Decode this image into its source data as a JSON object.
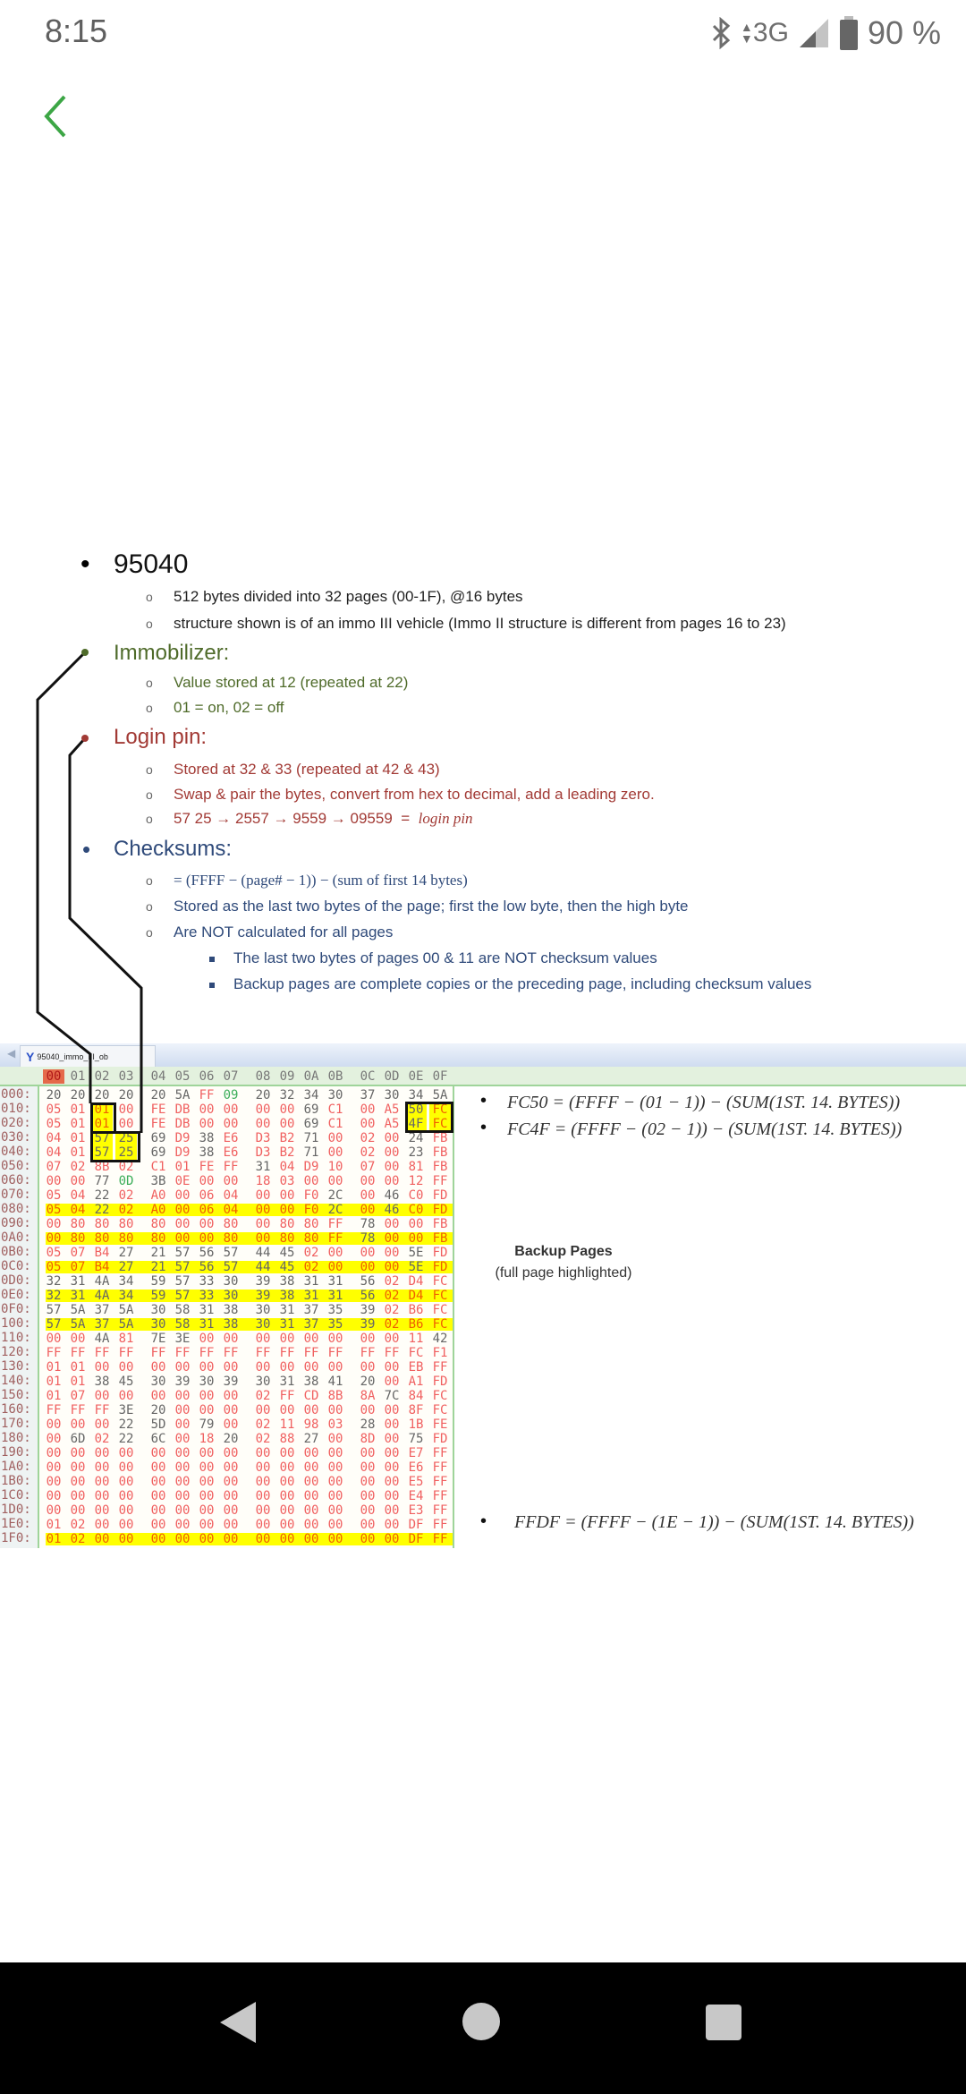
{
  "status": {
    "time": "8:15",
    "network": "3G",
    "battery": "90 %"
  },
  "slide": {
    "title": "95040",
    "items1": [
      "512 bytes divided into 32 pages (00-1F), @16 bytes",
      "structure shown is of an immo III vehicle (Immo II structure is different from pages 16 to 23)"
    ],
    "immobilizer": {
      "heading": "Immobilizer:",
      "items": [
        "Value stored at 12 (repeated at 22)",
        "01 = on,  02 = off"
      ]
    },
    "login": {
      "heading": "Login pin:",
      "items": [
        "Stored at 32 & 33 (repeated at 42 & 43)",
        "Swap & pair the bytes, convert from hex to decimal, add a leading zero.",
        "57 25 → 2557 → 9559 → 09559  =  "
      ],
      "items_italic": "login pin"
    },
    "checksums": {
      "heading": "Checksums:",
      "items": [
        "= (FFFF − (page# − 1)) − (sum of first 14 bytes)",
        "Stored as the last two bytes of the page; first the low byte, then the high byte",
        "Are NOT calculated for all pages"
      ],
      "subitems": [
        "The last two bytes of pages 00 & 11 are NOT checksum values",
        "Backup pages are complete copies or the preceding page, including checksum values"
      ]
    }
  },
  "hex": {
    "tab": "95040_immo_III_ob",
    "columns": [
      "00",
      "01",
      "02",
      "03",
      "04",
      "05",
      "06",
      "07",
      "08",
      "09",
      "0A",
      "0B",
      "0C",
      "0D",
      "0E",
      "0F"
    ],
    "highlight_rows": [
      "080",
      "0A0",
      "0C0",
      "0E0",
      "100",
      "1F0"
    ],
    "rows": [
      {
        "addr": "000:",
        "bytes": "20 20 20 20 20 5A FF 09 20 32 34 30 37 30 34 5A"
      },
      {
        "addr": "010:",
        "bytes": "05 01 01 00 FE DB 00 00 00 00 69 C1 00 A5 50 FC"
      },
      {
        "addr": "020:",
        "bytes": "05 01 01 00 FE DB 00 00 00 00 69 C1 00 A5 4F FC"
      },
      {
        "addr": "030:",
        "bytes": "04 01 57 25 69 D9 38 E6 D3 B2 71 00 02 00 24 FB"
      },
      {
        "addr": "040:",
        "bytes": "04 01 57 25 69 D9 38 E6 D3 B2 71 00 02 00 23 FB"
      },
      {
        "addr": "050:",
        "bytes": "07 02 8B 02 C1 01 FE FF 31 04 D9 10 07 00 81 FB"
      },
      {
        "addr": "060:",
        "bytes": "00 00 77 0D 3B 0E 00 00 18 03 00 00 00 00 12 FF"
      },
      {
        "addr": "070:",
        "bytes": "05 04 22 02 A0 00 06 04 00 00 F0 2C 00 46 C0 FD"
      },
      {
        "addr": "080:",
        "bytes": "05 04 22 02 A0 00 06 04 00 00 F0 2C 00 46 C0 FD"
      },
      {
        "addr": "090:",
        "bytes": "00 80 80 80 80 00 00 80 00 80 80 FF 78 00 00 FB"
      },
      {
        "addr": "0A0:",
        "bytes": "00 80 80 80 80 00 00 80 00 80 80 FF 78 00 00 FB"
      },
      {
        "addr": "0B0:",
        "bytes": "05 07 B4 27 21 57 56 57 44 45 02 00 00 00 5E FD"
      },
      {
        "addr": "0C0:",
        "bytes": "05 07 B4 27 21 57 56 57 44 45 02 00 00 00 5E FD"
      },
      {
        "addr": "0D0:",
        "bytes": "32 31 4A 34 59 57 33 30 39 38 31 31 56 02 D4 FC"
      },
      {
        "addr": "0E0:",
        "bytes": "32 31 4A 34 59 57 33 30 39 38 31 31 56 02 D4 FC"
      },
      {
        "addr": "0F0:",
        "bytes": "57 5A 37 5A 30 58 31 38 30 31 37 35 39 02 B6 FC"
      },
      {
        "addr": "100:",
        "bytes": "57 5A 37 5A 30 58 31 38 30 31 37 35 39 02 B6 FC"
      },
      {
        "addr": "110:",
        "bytes": "00 00 4A 81 7E 3E 00 00 00 00 00 00 00 00 11 42"
      },
      {
        "addr": "120:",
        "bytes": "FF FF FF FF FF FF FF FF FF FF FF FF FF FF FC F1"
      },
      {
        "addr": "130:",
        "bytes": "01 01 00 00 00 00 00 00 00 00 00 00 00 00 EB FF"
      },
      {
        "addr": "140:",
        "bytes": "01 01 38 45 30 39 30 39 30 31 38 41 20 00 A1 FD"
      },
      {
        "addr": "150:",
        "bytes": "01 07 00 00 00 00 00 00 02 FF CD 8B 8A 7C 84 FC"
      },
      {
        "addr": "160:",
        "bytes": "FF FF FF 3E 20 00 00 00 00 00 00 00 00 00 8F FC"
      },
      {
        "addr": "170:",
        "bytes": "00 00 00 22 5D 00 79 00 02 11 98 03 28 00 1B FE"
      },
      {
        "addr": "180:",
        "bytes": "00 6D 02 22 6C 00 18 20 02 88 27 00 8D 00 75 FD"
      },
      {
        "addr": "190:",
        "bytes": "00 00 00 00 00 00 00 00 00 00 00 00 00 00 E7 FF"
      },
      {
        "addr": "1A0:",
        "bytes": "00 00 00 00 00 00 00 00 00 00 00 00 00 00 E6 FF"
      },
      {
        "addr": "1B0:",
        "bytes": "00 00 00 00 00 00 00 00 00 00 00 00 00 00 E5 FF"
      },
      {
        "addr": "1C0:",
        "bytes": "00 00 00 00 00 00 00 00 00 00 00 00 00 00 E4 FF"
      },
      {
        "addr": "1D0:",
        "bytes": "00 00 00 00 00 00 00 00 00 00 00 00 00 00 E3 FF"
      },
      {
        "addr": "1E0:",
        "bytes": "01 02 00 00 00 00 00 00 00 00 00 00 00 00 DF FF"
      },
      {
        "addr": "1F0:",
        "bytes": "01 02 00 00 00 00 00 00 00 00 00 00 00 00 DF FF"
      }
    ]
  },
  "annotations": {
    "formula1": "FC50 = (FFFF − (01 − 1)) − (SUM(1ST. 14. BYTES))",
    "formula2": "FC4F = (FFFF − (02 − 1)) − (SUM(1ST. 14. BYTES))",
    "backup_title": "Backup Pages",
    "backup_sub": "(full page highlighted)",
    "formula3": "FFDF = (FFFF − (1E − 1)) − (SUM(1ST. 14. BYTES))"
  }
}
